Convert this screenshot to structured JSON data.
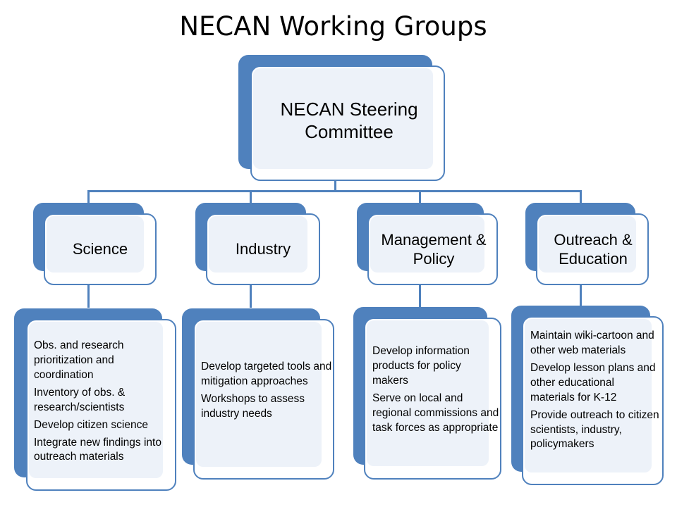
{
  "title": "NECAN Working Groups",
  "root": {
    "label": "NECAN Steering Committee"
  },
  "groups": [
    {
      "label": "Science",
      "tasks": [
        "Obs. and research prioritization and coordination",
        "Inventory of obs. & research/scientists",
        "Develop citizen science",
        "Integrate new findings into  outreach materials"
      ]
    },
    {
      "label": "Industry",
      "tasks": [
        "Develop targeted tools and mitigation approaches",
        "Workshops to assess industry needs"
      ]
    },
    {
      "label": "Management & Policy",
      "tasks": [
        "Develop information products for policy makers",
        "Serve on local and regional commissions and task forces as appropriate"
      ]
    },
    {
      "label": "Outreach & Education",
      "tasks": [
        "Maintain wiki-cartoon and other web materials",
        "Develop lesson plans and other educational materials for K-12",
        "Provide outreach to citizen scientists, industry, policymakers"
      ]
    }
  ],
  "colors": {
    "accent": "#4f81bd",
    "fill": "#edf2f9"
  }
}
